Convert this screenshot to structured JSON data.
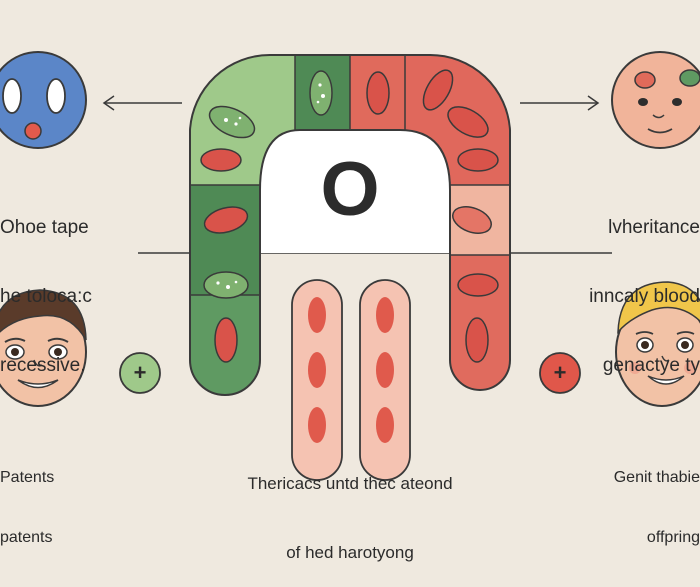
{
  "center": {
    "letter": "O"
  },
  "left_panel": {
    "description_lines": [
      "Ohoe tape",
      "he toloca:c",
      "recessive."
    ],
    "parent_label_lines": [
      "Patents",
      "patents"
    ],
    "plus_symbol": "+"
  },
  "right_panel": {
    "description_lines": [
      "lvheritance",
      "inncaly blood",
      "genactye ty"
    ],
    "offspring_label_lines": [
      "Genit thabie",
      "offpring"
    ],
    "plus_symbol": "+"
  },
  "bottom_caption": {
    "lines": [
      "Thericacs untd thec ateond",
      "of hed harotyong"
    ]
  },
  "colors": {
    "background": "#efe9df",
    "green_light": "#9fc98a",
    "green_dark": "#4f8a55",
    "red_light": "#f0b5a0",
    "red_mid": "#e47566",
    "red_dark": "#d9534a",
    "outline": "#3a3a3a"
  }
}
